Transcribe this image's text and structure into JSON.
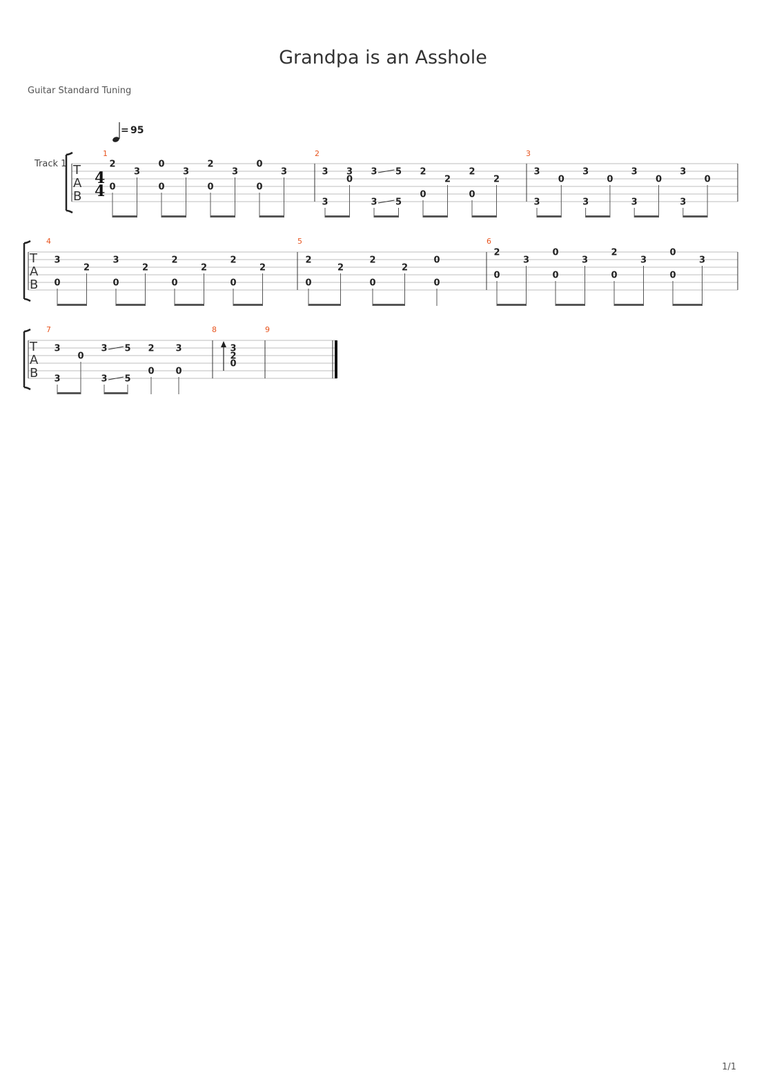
{
  "title": "Grandpa is an Asshole",
  "subtitle": "Guitar Standard Tuning",
  "page_number": "1/1",
  "tempo": {
    "prefix": "=",
    "bpm": "95"
  },
  "track_name": "Track 1",
  "tab_clef": [
    "T",
    "A",
    "B"
  ],
  "time_signature": {
    "top": "4",
    "bottom": "4"
  },
  "measures": [
    {
      "number": "1",
      "notes": [
        {
          "f": [
            "2",
            "",
            "",
            "0"
          ],
          "beamed": true
        },
        {
          "f": [
            "",
            "3"
          ],
          "beamed": true
        },
        {
          "f": [
            "0",
            "",
            "",
            "0"
          ],
          "beamed": true
        },
        {
          "f": [
            "",
            "3"
          ],
          "beamed": true
        },
        {
          "f": [
            "2",
            "",
            "",
            "0"
          ],
          "beamed": true
        },
        {
          "f": [
            "",
            "3"
          ],
          "beamed": true
        },
        {
          "f": [
            "0",
            "",
            "",
            "0"
          ],
          "beamed": true
        },
        {
          "f": [
            "",
            "3"
          ],
          "beamed": true
        }
      ]
    },
    {
      "number": "2",
      "notes": [
        {
          "f": [
            "",
            "3",
            "",
            "",
            "",
            "3"
          ],
          "beamed": true
        },
        {
          "f": [
            "",
            "3",
            "0"
          ],
          "beamed": true
        },
        {
          "f": [
            "",
            "3",
            "",
            "",
            "",
            "3"
          ],
          "beamed": true,
          "slide_to_next": [
            1,
            5
          ]
        },
        {
          "f": [
            "",
            "5",
            "",
            "",
            "",
            "5"
          ],
          "beamed": true
        },
        {
          "f": [
            "",
            "2",
            "",
            "",
            "0"
          ],
          "beamed": true
        },
        {
          "f": [
            "",
            "",
            "2"
          ],
          "beamed": true
        },
        {
          "f": [
            "",
            "2",
            "",
            "",
            "0"
          ],
          "beamed": true
        },
        {
          "f": [
            "",
            "",
            "2"
          ],
          "beamed": true
        }
      ]
    },
    {
      "number": "3",
      "notes": [
        {
          "f": [
            "",
            "3",
            "",
            "",
            "",
            "3"
          ],
          "beamed": true
        },
        {
          "f": [
            "",
            "",
            "0"
          ],
          "beamed": true
        },
        {
          "f": [
            "",
            "3",
            "",
            "",
            "",
            "3"
          ],
          "beamed": true
        },
        {
          "f": [
            "",
            "",
            "0"
          ],
          "beamed": true
        },
        {
          "f": [
            "",
            "3",
            "",
            "",
            "",
            "3"
          ],
          "beamed": true
        },
        {
          "f": [
            "",
            "",
            "0"
          ],
          "beamed": true
        },
        {
          "f": [
            "",
            "3",
            "",
            "",
            "",
            "3"
          ],
          "beamed": true
        },
        {
          "f": [
            "",
            "",
            "0"
          ],
          "beamed": true
        }
      ]
    },
    {
      "number": "4",
      "notes": [
        {
          "f": [
            "",
            "3",
            "",
            "",
            "0"
          ],
          "beamed": true
        },
        {
          "f": [
            "",
            "",
            "2"
          ],
          "beamed": true
        },
        {
          "f": [
            "",
            "3",
            "",
            "",
            "0"
          ],
          "beamed": true
        },
        {
          "f": [
            "",
            "",
            "2"
          ],
          "beamed": true
        },
        {
          "f": [
            "",
            "2",
            "",
            "",
            "0"
          ],
          "beamed": true
        },
        {
          "f": [
            "",
            "",
            "2"
          ],
          "beamed": true
        },
        {
          "f": [
            "",
            "2",
            "",
            "",
            "0"
          ],
          "beamed": true
        },
        {
          "f": [
            "",
            "",
            "2"
          ],
          "beamed": true
        }
      ]
    },
    {
      "number": "5",
      "notes": [
        {
          "f": [
            "",
            "2",
            "",
            "",
            "0"
          ],
          "beamed": true
        },
        {
          "f": [
            "",
            "",
            "2"
          ],
          "beamed": true
        },
        {
          "f": [
            "",
            "2",
            "",
            "",
            "0"
          ],
          "beamed": true
        },
        {
          "f": [
            "",
            "",
            "2"
          ],
          "beamed": true
        },
        {
          "f": [
            "",
            "0",
            "",
            "",
            "0"
          ],
          "beamed": false
        }
      ]
    },
    {
      "number": "6",
      "notes": [
        {
          "f": [
            "2",
            "",
            "",
            "0"
          ],
          "beamed": true
        },
        {
          "f": [
            "",
            "3"
          ],
          "beamed": true
        },
        {
          "f": [
            "0",
            "",
            "",
            "0"
          ],
          "beamed": true
        },
        {
          "f": [
            "",
            "3"
          ],
          "beamed": true
        },
        {
          "f": [
            "2",
            "",
            "",
            "0"
          ],
          "beamed": true
        },
        {
          "f": [
            "",
            "3"
          ],
          "beamed": true
        },
        {
          "f": [
            "0",
            "",
            "",
            "0"
          ],
          "beamed": true
        },
        {
          "f": [
            "",
            "3"
          ],
          "beamed": true
        }
      ]
    },
    {
      "number": "7",
      "notes": [
        {
          "f": [
            "",
            "3",
            "",
            "",
            "",
            "3"
          ],
          "beamed": true
        },
        {
          "f": [
            "",
            "",
            "0"
          ],
          "beamed": true
        },
        {
          "f": [
            "",
            "3",
            "",
            "",
            "",
            "3"
          ],
          "beamed": true,
          "slide_to_next": [
            1,
            5
          ]
        },
        {
          "f": [
            "",
            "5",
            "",
            "",
            "",
            "5"
          ],
          "beamed": true
        },
        {
          "f": [
            "",
            "2",
            "",
            "",
            "0"
          ],
          "beamed": false
        },
        {
          "f": [
            "",
            "3",
            "",
            "",
            "0"
          ],
          "beamed": false
        }
      ]
    },
    {
      "number": "8",
      "notes": [
        {
          "f": [
            "",
            "3",
            "2",
            "0"
          ],
          "beamed": false,
          "stroke": "up"
        }
      ]
    },
    {
      "number": "9",
      "notes": []
    }
  ]
}
